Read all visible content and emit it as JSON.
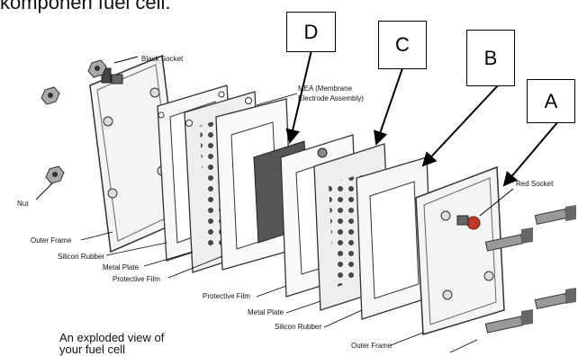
{
  "header_fragment": "komponen fuel cell.",
  "caption": [
    "An exploded view of",
    "your fuel cell"
  ],
  "letter_boxes": [
    "D",
    "C",
    "B",
    "A"
  ],
  "labels": {
    "black_socket": "Black Socket",
    "nut": "Nut",
    "outer_frame_left": "Outer Frame",
    "silicon_rubber_left": "Silicon Rubber",
    "metal_plate_left": "Metal Plate",
    "protective_film_left": "Protective Film",
    "mea_line1": "MEA (Membrane",
    "mea_line2": "Electrode Assembly)",
    "protective_film_right": "Protective Film",
    "metal_plate_right": "Metal Plate",
    "silicon_rubber_right": "Silicon Rubber",
    "outer_frame_right": "Outer Frame",
    "red_socket": "Red Socket"
  },
  "colors": {
    "plate": "#f2f2f2",
    "outline": "#333333",
    "mea": "#555555",
    "red_socket": "#c0392b",
    "arrow": "#000000"
  }
}
